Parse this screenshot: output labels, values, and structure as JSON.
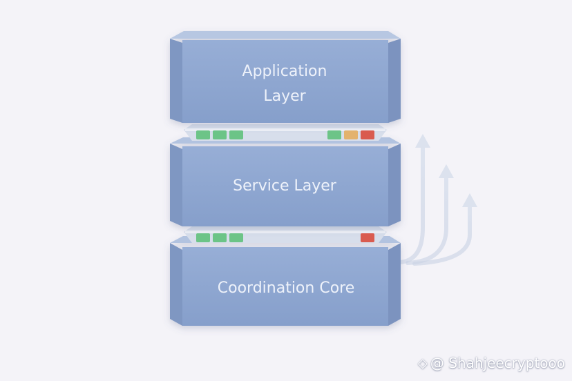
{
  "layers": [
    {
      "id": "application",
      "lines": [
        "Application",
        "Layer"
      ]
    },
    {
      "id": "service",
      "lines": [
        "Service Layer"
      ]
    },
    {
      "id": "core",
      "lines": [
        "Coordination Core"
      ]
    }
  ],
  "connectors": [
    {
      "id": "upper",
      "left_indicators": [
        "green",
        "green",
        "green"
      ],
      "right_indicators": [
        "green",
        "amber",
        "red"
      ]
    },
    {
      "id": "lower",
      "left_indicators": [
        "green",
        "green",
        "green"
      ],
      "right_indicators": [
        "red"
      ]
    }
  ],
  "watermark": {
    "handle": "@ Shahjeecryptooo",
    "logo_icon": "binance-logo-icon"
  },
  "colors": {
    "background": "#f4f3f8",
    "block_front": "#8ea6cf",
    "block_top": "#b2c3e0",
    "block_side": "#7b93bf",
    "label": "#eef2fa",
    "green": "#6cc487",
    "amber": "#e3b26d",
    "red": "#d95b4f"
  }
}
